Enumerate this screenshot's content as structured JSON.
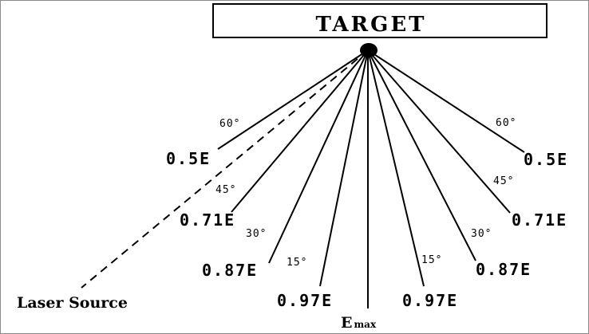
{
  "target": {
    "label": "TARGET"
  },
  "source": {
    "label": "Laser Source"
  },
  "center": {
    "label": "E",
    "subscript": "max"
  },
  "rays": [
    {
      "angle": "60°",
      "value": "0.5E",
      "side": "left"
    },
    {
      "angle": "45°",
      "value": "0.71E",
      "side": "left"
    },
    {
      "angle": "30°",
      "value": "0.87E",
      "side": "left"
    },
    {
      "angle": "15°",
      "value": "0.97E",
      "side": "left"
    },
    {
      "angle": "15°",
      "value": "0.97E",
      "side": "right"
    },
    {
      "angle": "30°",
      "value": "0.87E",
      "side": "right"
    },
    {
      "angle": "45°",
      "value": "0.71E",
      "side": "right"
    },
    {
      "angle": "60°",
      "value": "0.5E",
      "side": "right"
    }
  ],
  "colors": {
    "line": "#000000",
    "background": "#ffffff",
    "border": "#8a8a8a"
  }
}
